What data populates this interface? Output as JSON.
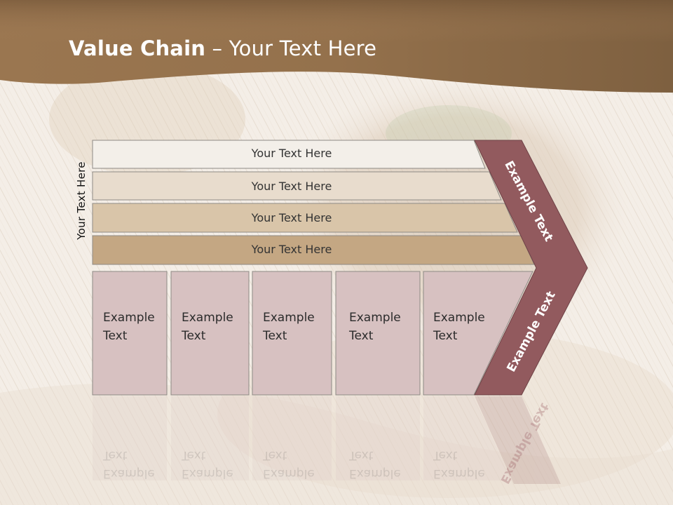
{
  "slide": {
    "title_bold": "Value Chain",
    "title_rest": " – Your Text Here",
    "vertical_label": "Your Text Here",
    "bars": [
      {
        "label": "Your Text Here"
      },
      {
        "label": "Your Text Here"
      },
      {
        "label": "Your Text Here"
      },
      {
        "label": "Your Text Here"
      }
    ],
    "columns": [
      {
        "line1": "Example",
        "line2": "Text"
      },
      {
        "line1": "Example",
        "line2": "Text"
      },
      {
        "line1": "Example",
        "line2": "Text"
      },
      {
        "line1": "Example",
        "line2": "Text"
      },
      {
        "line1": "Example",
        "line2": "Text"
      }
    ],
    "chevron_upper": "Example Text",
    "chevron_lower": "Example Text"
  },
  "colors": {
    "header_brown": "#8a6a45",
    "bar_1": "#f3efe9",
    "bar_2": "#e8dccd",
    "bar_3": "#d9c5a9",
    "bar_4": "#c4a783",
    "column_fill": "#d7c1c1",
    "chevron_fill": "#925a5e"
  }
}
